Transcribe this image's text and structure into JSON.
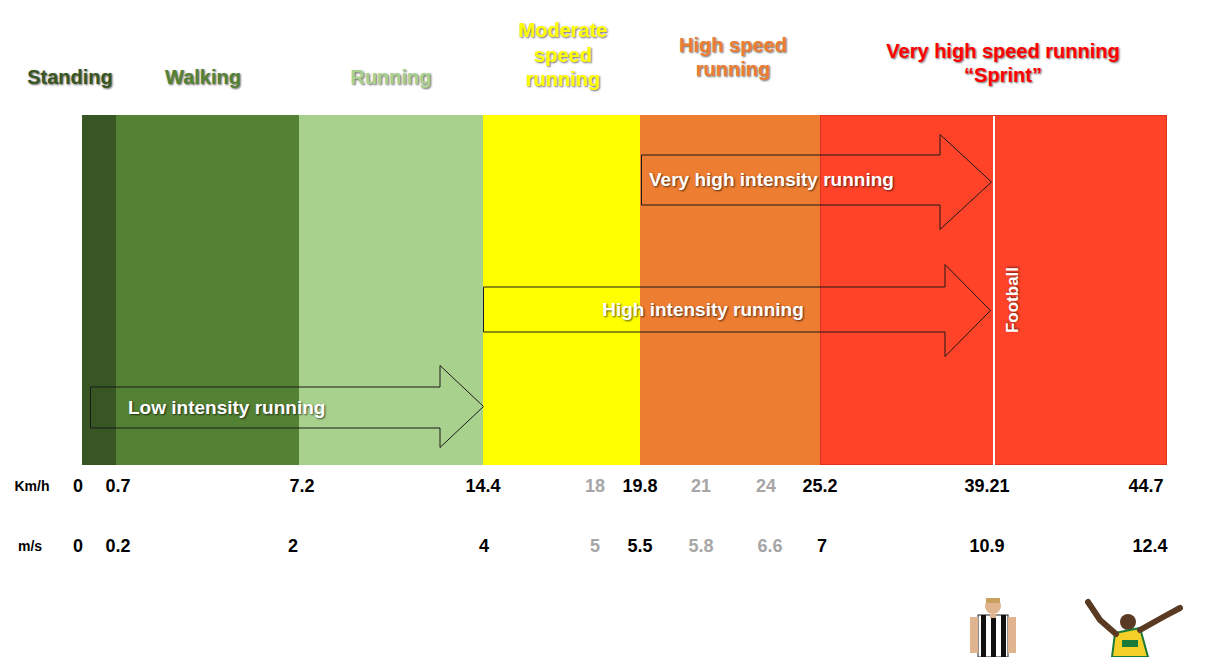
{
  "diagram": {
    "nodes": [
      {
        "text": [
          "Standing"
        ]
      },
      {
        "text": [
          "Walking"
        ]
      },
      {
        "text": [
          "Running"
        ]
      },
      {
        "text": [
          "Moderate speed running"
        ]
      },
      {
        "text": [
          "High speed running"
        ]
      },
      {
        "text": [
          "Very high speed running “Sprint”"
        ]
      },
      {
        "text": [
          "Very high intensity running"
        ]
      },
      {
        "text": [
          "High intensity running"
        ]
      },
      {
        "text": [
          "Low intensity running"
        ]
      }
    ],
    "labels": [
      "Football",
      "Km/h",
      "0",
      "0.7",
      "7.2",
      "14.4",
      "18",
      "19.8",
      "21",
      "24",
      "25.2",
      "39.21",
      "44.7",
      "m/s",
      "0",
      "0.2",
      "2",
      "4",
      "5",
      "5.5",
      "5.8",
      "6.6",
      "7",
      "10.9",
      "12.4"
    ]
  }
}
